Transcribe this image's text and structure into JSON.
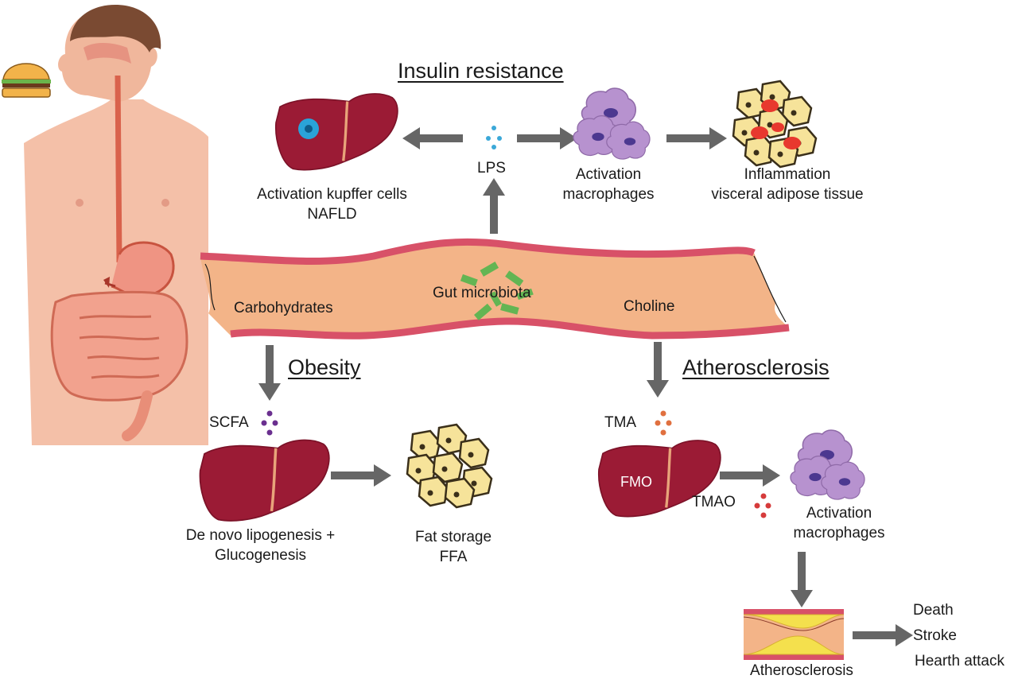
{
  "headings": {
    "insulin_resistance": "Insulin resistance",
    "obesity": "Obesity",
    "atherosclerosis": "Atherosclerosis"
  },
  "gut": {
    "carbohydrates": "Carbohydrates",
    "microbiota": "Gut microbiota",
    "choline": "Choline"
  },
  "insulin": {
    "lps": "LPS",
    "liver_line1": "Activation kupffer cells",
    "liver_line2": "NAFLD",
    "macro_line1": "Activation",
    "macro_line2": "macrophages",
    "adipose_line1": "Inflammation",
    "adipose_line2": "visceral adipose tissue"
  },
  "obesity": {
    "scfa": "SCFA",
    "liver_line1": "De novo lipogenesis +",
    "liver_line2": "Glucogenesis",
    "fat_line1": "Fat storage",
    "fat_line2": "FFA"
  },
  "athero": {
    "tma": "TMA",
    "fmo": "FMO",
    "tmao": "TMAO",
    "macro_line1": "Activation",
    "macro_line2": "macrophages",
    "vessel_label": "Atherosclerosis",
    "outcomes": [
      "Death",
      "Stroke",
      "Hearth attack"
    ]
  },
  "colors": {
    "liver": "#9b1b35",
    "arrow": "#666666",
    "intestine_fill": "#f3b488",
    "intestine_wall": "#d85168",
    "microbe": "#63b553",
    "lps_dot": "#3ba8d8",
    "scfa_dot": "#6a2f8f",
    "tma_dot": "#e0703f",
    "tmao_dot": "#d63b3b",
    "macrophage": "#b792cf",
    "fat_cell": "#f6e39a"
  }
}
